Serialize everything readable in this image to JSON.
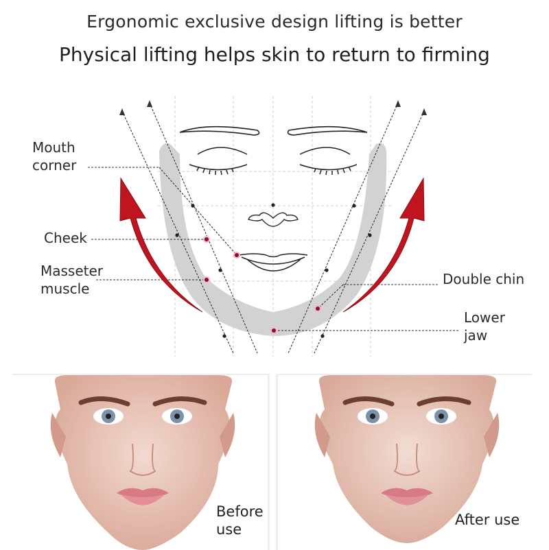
{
  "header": {
    "line1": "Ergonomic exclusive design lifting is better",
    "line2": "Physical lifting helps skin to return to firming"
  },
  "diagram": {
    "labels": {
      "mouth_corner_1": "Mouth",
      "mouth_corner_2": "corner",
      "cheek": "Cheek",
      "masseter_1": "Masseter",
      "masseter_2": "muscle",
      "double_chin": "Double chin",
      "lower_jaw_1": "Lower",
      "lower_jaw_2": "jaw"
    },
    "colors": {
      "arrow": "#c0141e",
      "band": "#d2d2d2",
      "line": "#333333",
      "grid": "#c8c8c8",
      "point": "#8a1030"
    }
  },
  "comparison": {
    "before_1": "Before",
    "before_2": "use",
    "after": "After use"
  }
}
